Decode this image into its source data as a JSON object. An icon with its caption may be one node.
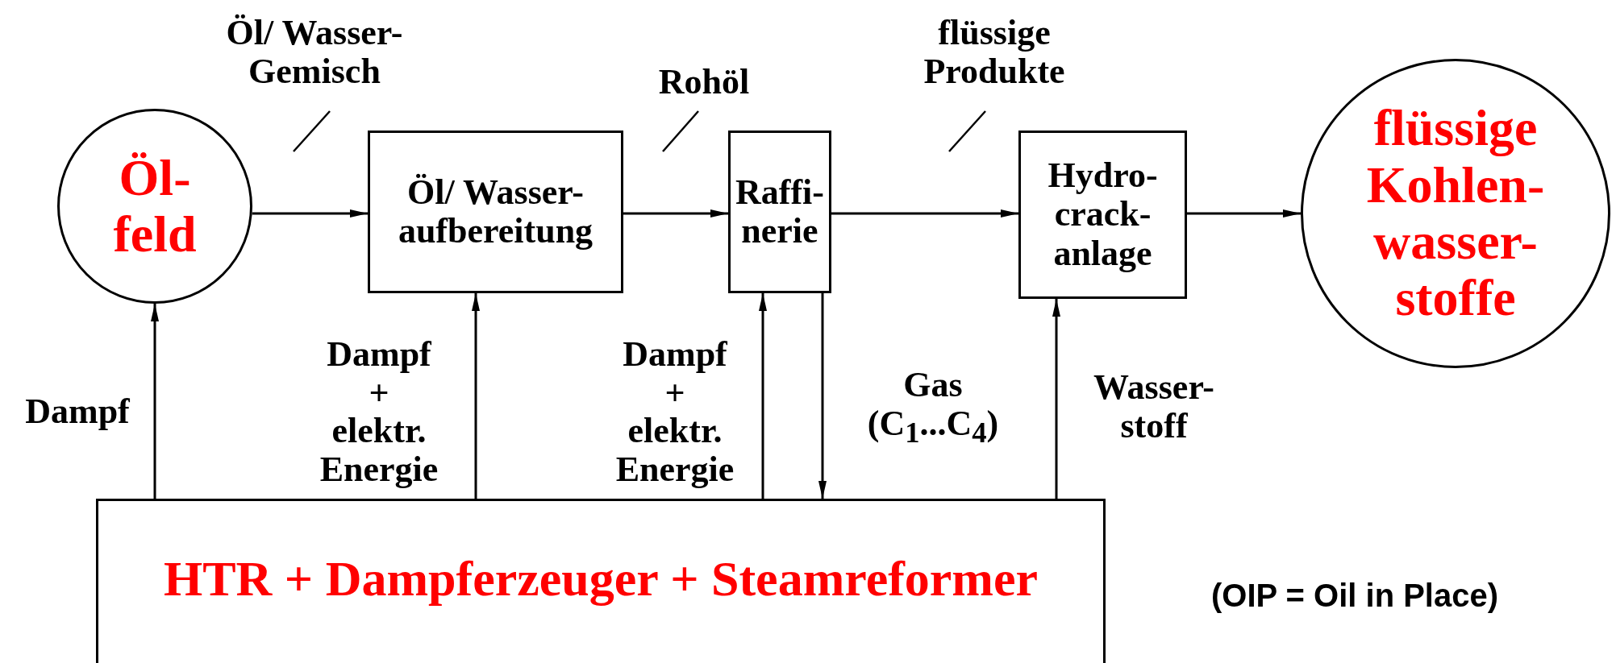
{
  "diagram": {
    "nodes": [
      {
        "text": [
          "Öl- feld"
        ]
      },
      {
        "text": [
          "Öl/ Wasser- aufbereitung"
        ]
      },
      {
        "text": [
          "Raffi- nerie"
        ]
      },
      {
        "text": [
          "Hydro- crack- anlage"
        ]
      },
      {
        "text": [
          "flüssige Kohlen- wasser- stoffe"
        ]
      },
      {
        "text": [
          "HTR + Dampferzeuger + Steamreformer"
        ]
      }
    ],
    "edges": [
      {
        "from": 0,
        "to": 1,
        "arrow": "to",
        "label": "Öl/ Wasser- Gemisch"
      },
      {
        "from": 1,
        "to": 2,
        "arrow": "to",
        "label": "Rohöl"
      },
      {
        "from": 2,
        "to": 3,
        "arrow": "to",
        "label": "flüssige Produkte"
      },
      {
        "from": 3,
        "to": 4,
        "arrow": "to"
      },
      {
        "from": 5,
        "to": 0,
        "arrow": "to",
        "label": "Dampf"
      },
      {
        "from": 5,
        "to": 1,
        "arrow": "to",
        "label": "Dampf + elektr. Energie"
      },
      {
        "from": 5,
        "to": 2,
        "arrow": "to",
        "label": "Dampf + elektr. Energie"
      },
      {
        "from": 2,
        "to": 5,
        "arrow": "to",
        "label": "Gas (C$_{1}$...C$_{4}$)"
      },
      {
        "from": 5,
        "to": 3,
        "arrow": "to",
        "label": "Wasser- stoff"
      }
    ],
    "labels": [
      "(OIP = Oil in Place)"
    ]
  }
}
